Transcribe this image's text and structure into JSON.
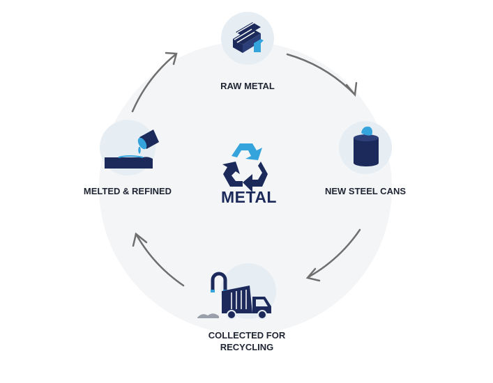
{
  "center": {
    "title": "METAL",
    "icon": "recycle-icon"
  },
  "stages": {
    "raw_metal": {
      "label": "RAW METAL",
      "icon": "metal-bars-icon"
    },
    "new_cans": {
      "label": "NEW STEEL CANS",
      "icon": "steel-can-icon"
    },
    "collected": {
      "label_line1": "COLLECTED FOR",
      "label_line2": "RECYCLING",
      "icon": "recycling-truck-icon"
    },
    "melted": {
      "label": "MELTED & REFINED",
      "icon": "molten-metal-icon"
    }
  },
  "colors": {
    "navy": "#1b2a5a",
    "accent_blue": "#35a4dd",
    "circle_bg": "#f4f5f7",
    "icon_bg": "#e6eef4",
    "arrow": "#6f6f6f",
    "label_text": "#1f2433"
  }
}
